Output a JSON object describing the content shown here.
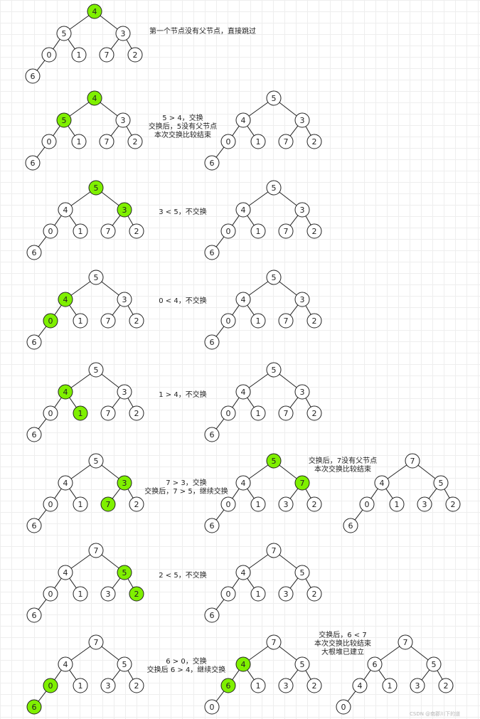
{
  "colors": {
    "highlight": "#7ff000",
    "node_fill": "#ffffff",
    "stroke": "#222222"
  },
  "steps": [
    {
      "trees": [
        {
          "values": [
            "4",
            "5",
            "3",
            "0",
            "1",
            "7",
            "2",
            "6"
          ],
          "highlight": [
            0
          ]
        }
      ],
      "notes": [
        [
          "第一个节点没有父节点，直接跳过"
        ]
      ]
    },
    {
      "trees": [
        {
          "values": [
            "4",
            "5",
            "3",
            "0",
            "1",
            "7",
            "2",
            "6"
          ],
          "highlight": [
            0,
            1
          ]
        },
        {
          "values": [
            "5",
            "4",
            "3",
            "0",
            "1",
            "7",
            "2",
            "6"
          ],
          "highlight": []
        }
      ],
      "notes": [
        [
          "5 > 4，交换",
          "交换后，5没有父节点",
          "本次交换比较结束"
        ]
      ]
    },
    {
      "trees": [
        {
          "values": [
            "5",
            "4",
            "3",
            "0",
            "1",
            "7",
            "2",
            "6"
          ],
          "highlight": [
            0,
            2
          ]
        },
        {
          "values": [
            "5",
            "4",
            "3",
            "0",
            "1",
            "7",
            "2",
            "6"
          ],
          "highlight": []
        }
      ],
      "notes": [
        [
          "3 < 5，不交换"
        ]
      ]
    },
    {
      "trees": [
        {
          "values": [
            "5",
            "4",
            "3",
            "0",
            "1",
            "7",
            "2",
            "6"
          ],
          "highlight": [
            1,
            3
          ]
        },
        {
          "values": [
            "5",
            "4",
            "3",
            "0",
            "1",
            "7",
            "2",
            "6"
          ],
          "highlight": []
        }
      ],
      "notes": [
        [
          "0 < 4，不交换"
        ]
      ]
    },
    {
      "trees": [
        {
          "values": [
            "5",
            "4",
            "3",
            "0",
            "1",
            "7",
            "2",
            "6"
          ],
          "highlight": [
            1,
            4
          ]
        },
        {
          "values": [
            "5",
            "4",
            "3",
            "0",
            "1",
            "7",
            "2",
            "6"
          ],
          "highlight": []
        }
      ],
      "notes": [
        [
          "1 > 4，不交换"
        ]
      ]
    },
    {
      "trees": [
        {
          "values": [
            "5",
            "4",
            "3",
            "0",
            "1",
            "7",
            "2",
            "6"
          ],
          "highlight": [
            2,
            5
          ]
        },
        {
          "values": [
            "5",
            "4",
            "7",
            "0",
            "1",
            "3",
            "2",
            "6"
          ],
          "highlight": [
            0,
            2
          ]
        },
        {
          "values": [
            "7",
            "4",
            "5",
            "0",
            "1",
            "3",
            "2",
            "6"
          ],
          "highlight": []
        }
      ],
      "notes": [
        [
          "7 > 3，交换",
          "交换后，7 > 5，继续交换"
        ],
        [
          "交换后，7没有父节点",
          "本次交换比较结束"
        ]
      ]
    },
    {
      "trees": [
        {
          "values": [
            "7",
            "4",
            "5",
            "0",
            "1",
            "3",
            "2",
            "6"
          ],
          "highlight": [
            2,
            6
          ]
        },
        {
          "values": [
            "7",
            "4",
            "5",
            "0",
            "1",
            "3",
            "2",
            "6"
          ],
          "highlight": []
        }
      ],
      "notes": [
        [
          "2 < 5，不交换"
        ]
      ]
    },
    {
      "trees": [
        {
          "values": [
            "7",
            "4",
            "5",
            "0",
            "1",
            "3",
            "2",
            "6"
          ],
          "highlight": [
            3,
            7
          ]
        },
        {
          "values": [
            "7",
            "4",
            "5",
            "6",
            "1",
            "3",
            "2",
            "0"
          ],
          "highlight": [
            1,
            3
          ]
        },
        {
          "values": [
            "7",
            "6",
            "5",
            "4",
            "1",
            "3",
            "2",
            "0"
          ],
          "highlight": []
        }
      ],
      "notes": [
        [
          "6 > 0，交换",
          "交换后 6 > 4，继续交换"
        ],
        [
          "交换后，6 < 7",
          "本次交换比较结束",
          "大根堆已建立"
        ]
      ]
    }
  ],
  "watermark": "CSDN @南郡川下的道"
}
